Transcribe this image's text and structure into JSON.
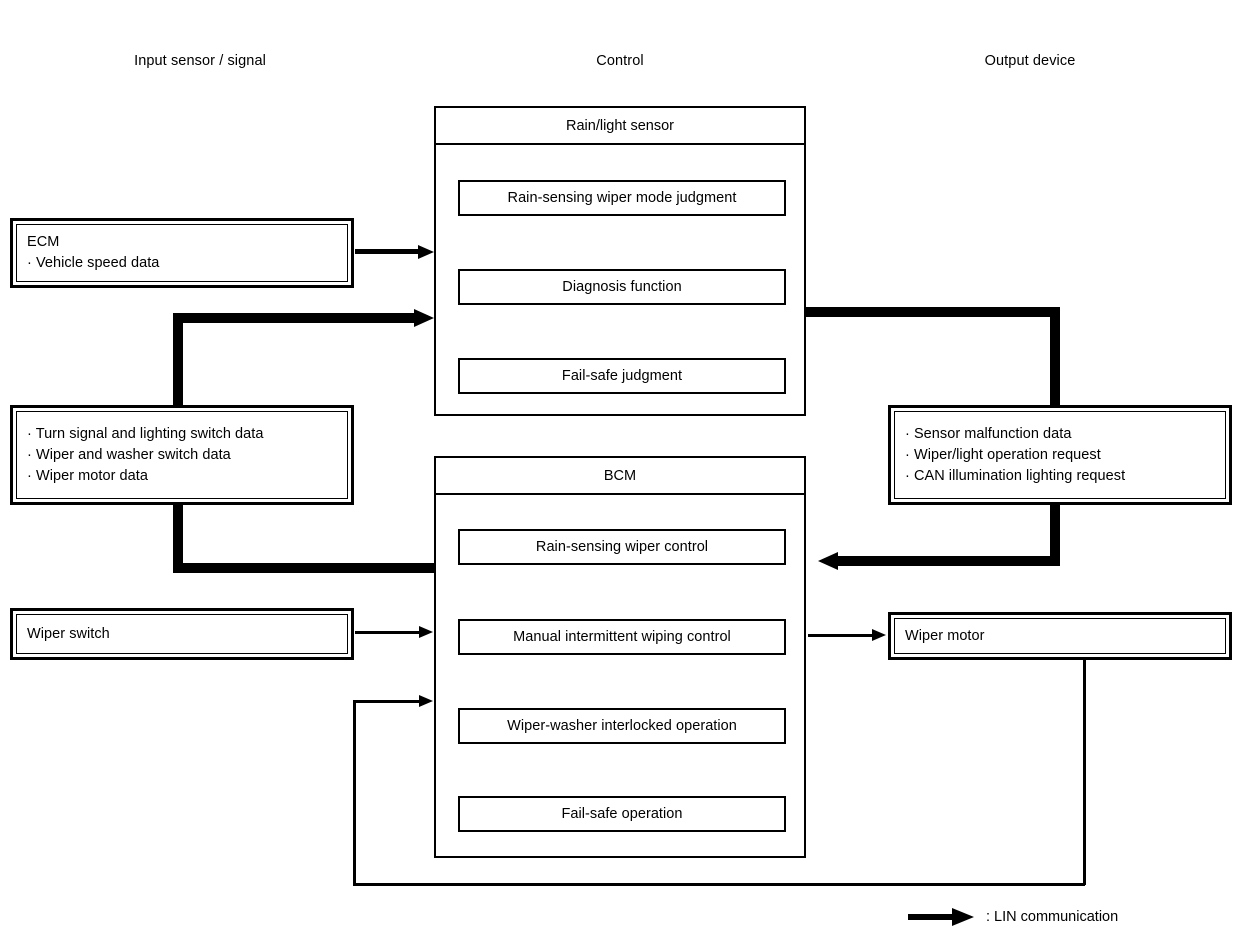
{
  "columns": [
    {
      "label": "Input sensor / signal"
    },
    {
      "label": "Control"
    },
    {
      "label": "Output device"
    }
  ],
  "modules": [
    {
      "title": "Rain/light sensor",
      "functions": [
        "Rain-sensing wiper mode judgment",
        "Diagnosis function",
        "Fail-safe judgment"
      ]
    },
    {
      "title": "BCM",
      "functions": [
        "Rain-sensing wiper control",
        "Manual intermittent wiping control",
        "Wiper-washer interlocked operation",
        "Fail-safe operation"
      ]
    }
  ],
  "inputs": [
    {
      "name": "ecm",
      "lines": [
        "ECM",
        "· Vehicle speed data"
      ]
    },
    {
      "name": "switch-data",
      "lines": [
        "· Turn signal and lighting switch data",
        "· Wiper and washer switch data",
        "· Wiper motor data"
      ]
    },
    {
      "name": "wiper-switch",
      "lines": [
        "Wiper switch"
      ]
    }
  ],
  "outputs": [
    {
      "name": "sensor-output-data",
      "lines": [
        "· Sensor malfunction data",
        "· Wiper/light operation request",
        "· CAN illumination lighting request"
      ]
    },
    {
      "name": "wiper-motor",
      "lines": [
        "Wiper motor"
      ]
    }
  ],
  "legend": {
    "symbol": "lin-arrow-icon",
    "text": ": LIN communication"
  },
  "colors": {
    "line": "#000000",
    "background": "#ffffff"
  }
}
